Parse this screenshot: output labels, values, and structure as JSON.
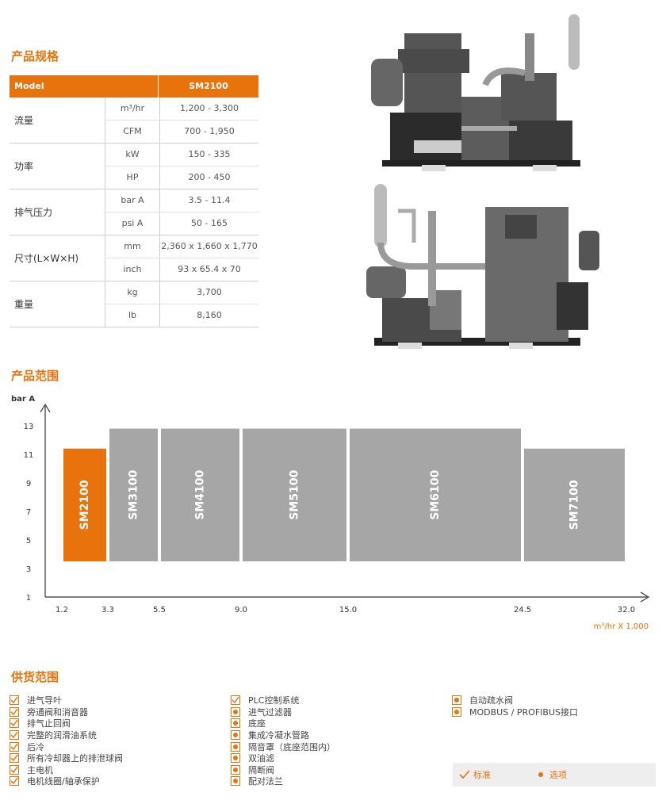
{
  "spec": {
    "title": "产品规格",
    "header": {
      "model": "Model",
      "product": "SM2100"
    },
    "groups": [
      {
        "name": "流量",
        "rows": [
          {
            "unit": "m³/hr",
            "value": "1,200 - 3,300"
          },
          {
            "unit": "CFM",
            "value": "700 - 1,950"
          }
        ]
      },
      {
        "name": "功率",
        "rows": [
          {
            "unit": "kW",
            "value": "150 - 335"
          },
          {
            "unit": "HP",
            "value": "200 - 450"
          }
        ]
      },
      {
        "name": "排气压力",
        "rows": [
          {
            "unit": "bar A",
            "value": "3.5 - 11.4"
          },
          {
            "unit": "psi A",
            "value": "50 - 165"
          }
        ]
      },
      {
        "name": "尺寸(L×W×H)",
        "rows": [
          {
            "unit": "mm",
            "value": "2,360 x 1,660 x 1,770"
          },
          {
            "unit": "inch",
            "value": "93 x 65.4 x 70"
          }
        ]
      },
      {
        "name": "重量",
        "rows": [
          {
            "unit": "kg",
            "value": "3,700"
          },
          {
            "unit": "lb",
            "value": "8,160"
          }
        ]
      }
    ]
  },
  "range": {
    "title": "产品范围"
  },
  "chart_data": {
    "type": "bar",
    "ylabel": "bar A",
    "xlabel": "m³/hr X 1,000",
    "y_ticks": [
      "1",
      "3",
      "5",
      "7",
      "9",
      "11",
      "13"
    ],
    "x_ticks": [
      "1.2",
      "3.3",
      "5.5",
      "9.0",
      "15.0",
      "24.5",
      "32.0"
    ],
    "bars": [
      {
        "label": "SM2100",
        "x_start": 1.2,
        "x_end": 3.3,
        "y_min": 3.5,
        "y_max": 11.4,
        "color": "#e8730d"
      },
      {
        "label": "SM3100",
        "x_start": 3.3,
        "x_end": 5.5,
        "y_min": 3.5,
        "y_max": 12.8,
        "color": "#a6a6a6"
      },
      {
        "label": "SM4100",
        "x_start": 5.5,
        "x_end": 9.0,
        "y_min": 3.5,
        "y_max": 12.8,
        "color": "#a6a6a6"
      },
      {
        "label": "SM5100",
        "x_start": 9.0,
        "x_end": 15.0,
        "y_min": 3.5,
        "y_max": 12.8,
        "color": "#a6a6a6"
      },
      {
        "label": "SM6100",
        "x_start": 15.0,
        "x_end": 24.5,
        "y_min": 3.5,
        "y_max": 12.8,
        "color": "#a6a6a6"
      },
      {
        "label": "SM7100",
        "x_start": 24.5,
        "x_end": 32.0,
        "y_min": 3.5,
        "y_max": 11.4,
        "color": "#a6a6a6"
      }
    ]
  },
  "supply": {
    "title": "供货范围",
    "col1": [
      {
        "text": "进气导叶",
        "type": "standard"
      },
      {
        "text": "旁通阀和消音器",
        "type": "standard"
      },
      {
        "text": "排气止回阀",
        "type": "standard"
      },
      {
        "text": "完整的润滑油系统",
        "type": "standard"
      },
      {
        "text": "后冷",
        "type": "standard"
      },
      {
        "text": "所有冷却器上的排泄球阀",
        "type": "standard"
      },
      {
        "text": "主电机",
        "type": "standard"
      },
      {
        "text": "电机线圈/轴承保护",
        "type": "standard"
      }
    ],
    "col2": [
      {
        "text": "PLC控制系统",
        "type": "standard"
      },
      {
        "text": "进气过滤器",
        "type": "option"
      },
      {
        "text": "底座",
        "type": "option"
      },
      {
        "text": "集成冷凝水管路",
        "type": "option"
      },
      {
        "text": "隔音罩（底座范围内）",
        "type": "option"
      },
      {
        "text": "双油滤",
        "type": "option"
      },
      {
        "text": "隔断阀",
        "type": "option"
      },
      {
        "text": "配对法兰",
        "type": "option"
      }
    ],
    "col3": [
      {
        "text": "自动疏水阀",
        "type": "option"
      },
      {
        "text": "MODBUS / PROFIBUS接口",
        "type": "option"
      }
    ],
    "legend": {
      "standard": "标准",
      "option": "选项"
    }
  },
  "colors": {
    "accent": "#e8730d",
    "bar_gray": "#a6a6a6"
  }
}
